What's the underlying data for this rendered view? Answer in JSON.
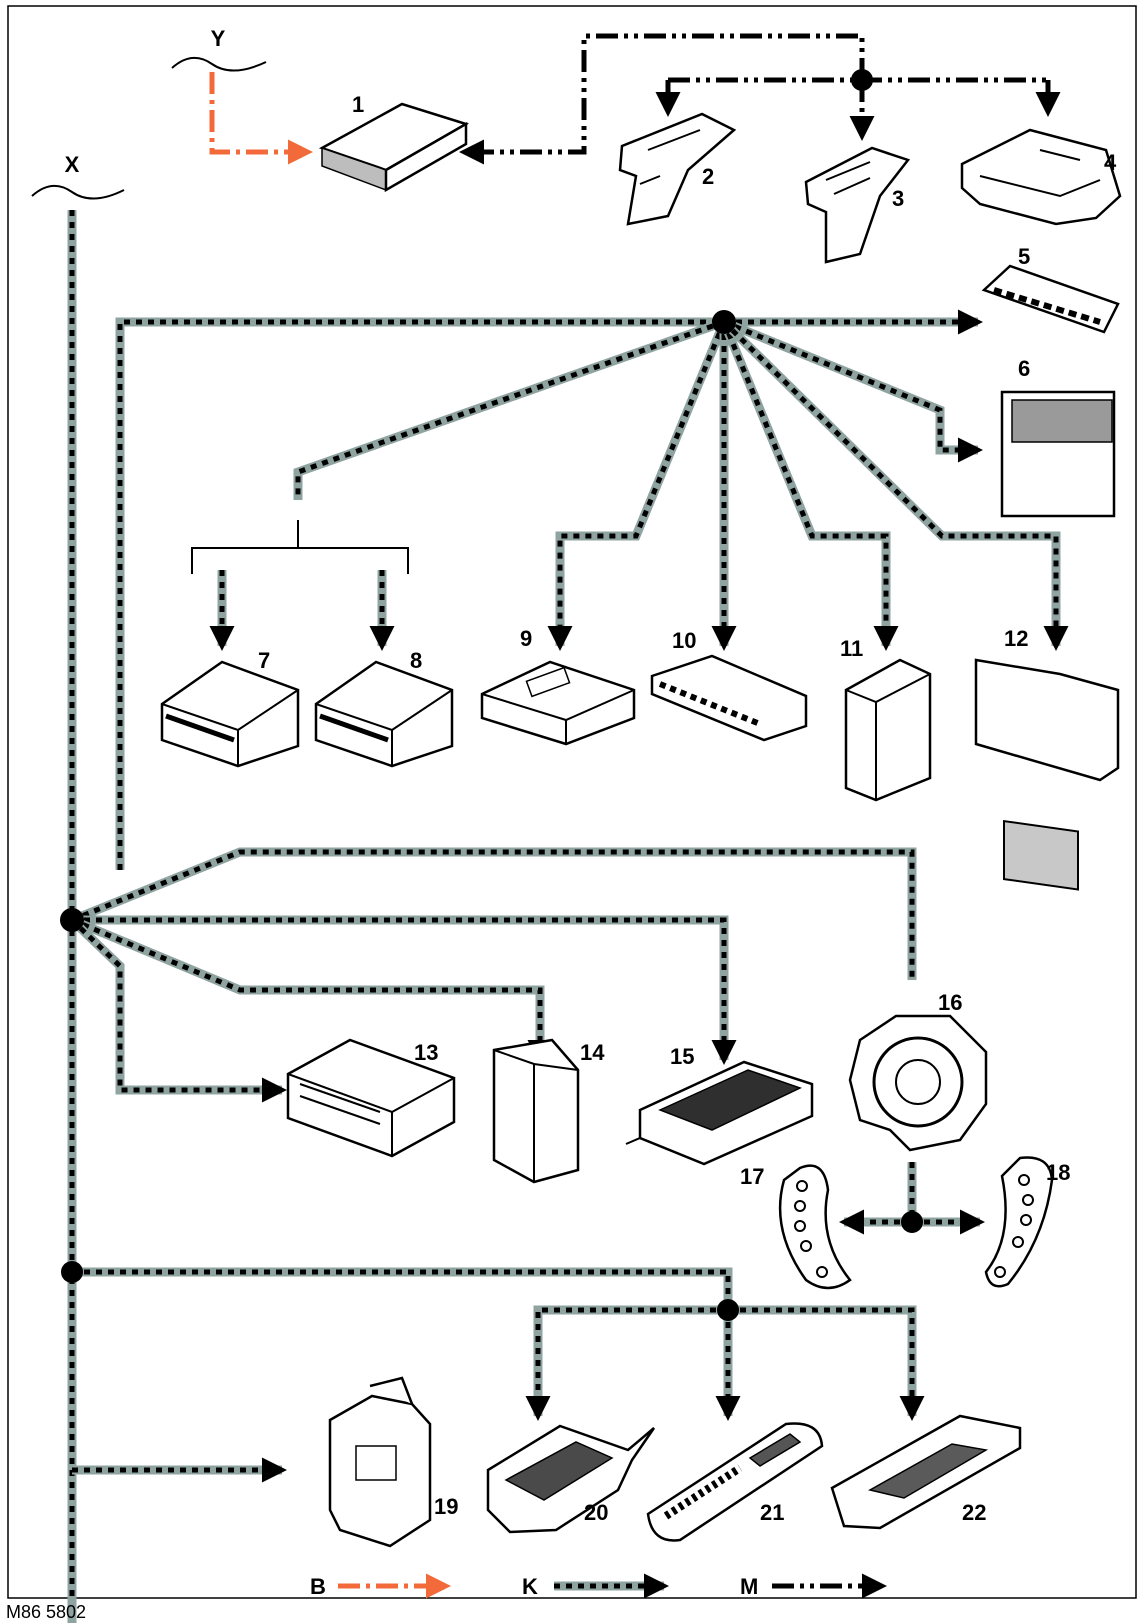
{
  "figure_id": "M86 5802",
  "buses": {
    "x_label": "X",
    "y_label": "Y"
  },
  "components": [
    {
      "number": "1"
    },
    {
      "number": "2"
    },
    {
      "number": "3"
    },
    {
      "number": "4"
    },
    {
      "number": "5"
    },
    {
      "number": "6"
    },
    {
      "number": "7"
    },
    {
      "number": "8"
    },
    {
      "number": "9"
    },
    {
      "number": "10"
    },
    {
      "number": "11"
    },
    {
      "number": "12"
    },
    {
      "number": "13"
    },
    {
      "number": "14"
    },
    {
      "number": "15"
    },
    {
      "number": "16"
    },
    {
      "number": "17"
    },
    {
      "number": "18"
    },
    {
      "number": "19"
    },
    {
      "number": "20"
    },
    {
      "number": "21"
    },
    {
      "number": "22"
    }
  ],
  "legend": [
    {
      "key": "B",
      "color": "#f26a3a",
      "style": "dash-dot"
    },
    {
      "key": "K",
      "color": "#8fa3a0",
      "style": "dashed-grey"
    },
    {
      "key": "M",
      "color": "#000000",
      "style": "dash-dot-dot"
    }
  ]
}
